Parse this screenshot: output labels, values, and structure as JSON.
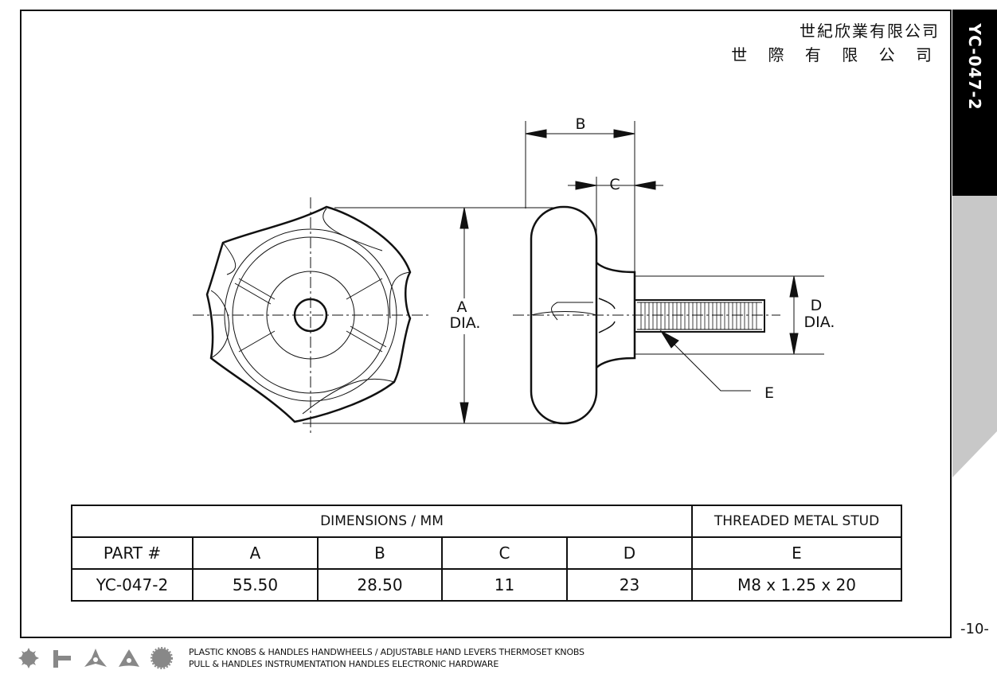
{
  "company": {
    "name_line1": "世紀欣業有限公司",
    "name_line2": "世 際 有 限 公 司"
  },
  "side_tab": {
    "code": "YC-047-2",
    "colors": {
      "tab": "#000000",
      "grey": "#c8c8c8"
    }
  },
  "drawing": {
    "labels": {
      "B": "B",
      "C": "C",
      "A": "A",
      "A_dia": "DIA.",
      "D": "D",
      "D_dia": "DIA.",
      "E": "E"
    }
  },
  "table": {
    "group_headers": {
      "dimensions": "DIMENSIONS / MM",
      "stud": "THREADED METAL STUD"
    },
    "columns": [
      "PART #",
      "A",
      "B",
      "C",
      "D",
      "E"
    ],
    "rows": [
      [
        "YC-047-2",
        "55.50",
        "28.50",
        "11",
        "23",
        "M8 x 1.25 x 20"
      ]
    ]
  },
  "page_number": "-10-",
  "footer": {
    "line1": "PLASTIC KNOBS & HANDLES HANDWHEELS / ADJUSTABLE HAND LEVERS THERMOSET KNOBS",
    "line2": "PULL & HANDLES INSTRUMENTATION HANDLES ELECTRONIC HARDWARE",
    "icons": [
      "gear-knob-icon",
      "t-handle-icon",
      "three-arm-knob-icon",
      "three-lobe-knob-icon",
      "round-knurled-knob-icon"
    ]
  }
}
